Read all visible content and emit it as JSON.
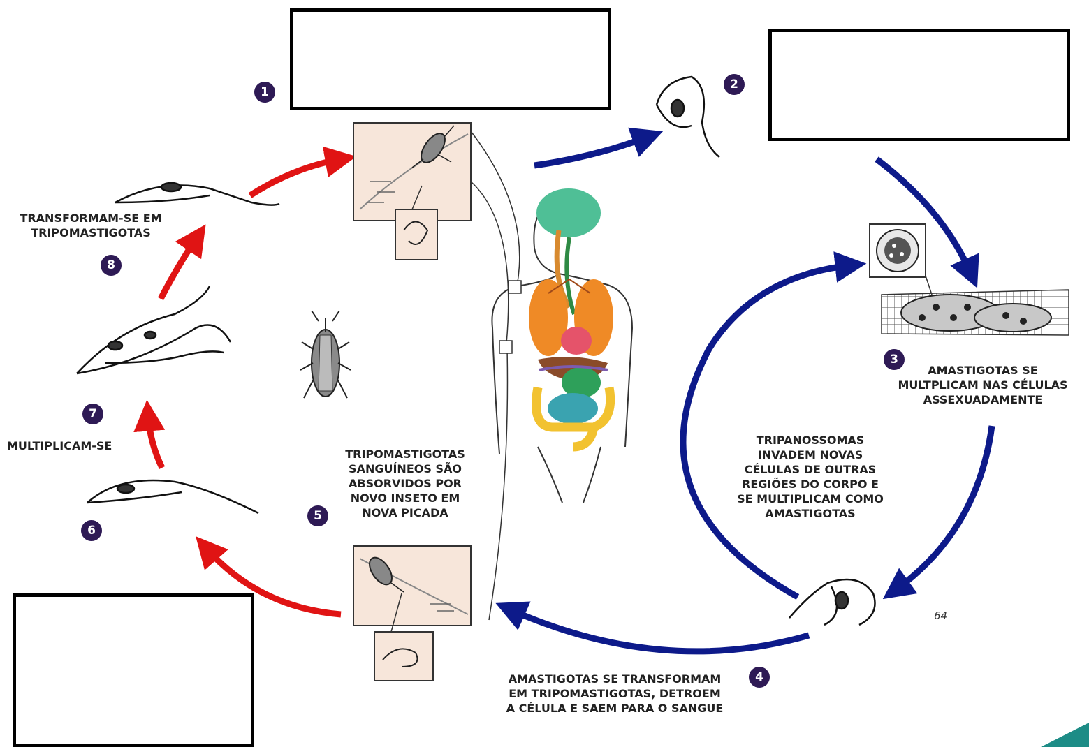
{
  "colors": {
    "arrow_blue": "#0d1a8a",
    "arrow_red": "#e01414",
    "step_badge": "#2e1a55",
    "skin_panel": "#f7e6da",
    "teal_corner": "#1d8c86"
  },
  "steps": [
    {
      "number": "1",
      "text": ""
    },
    {
      "number": "2",
      "text": ""
    },
    {
      "number": "3",
      "text": "AMASTIGOTAS SE\nMULTPLICAM NAS CÉLULAS\nASSEXUADAMENTE"
    },
    {
      "number": "4",
      "text": "AMASTIGOTAS SE TRANSFORMAM\nEM TRIPOMASTIGOTAS, DETROEM\nA CÉLULA E SAEM PARA O SANGUE"
    },
    {
      "number": "5",
      "text": "TRIPOMASTIGOTAS\nSANGUÍNEOS SÃO\nABSORVIDOS POR\nNOVO INSETO EM\nNOVA PICADA"
    },
    {
      "number": "6",
      "text": ""
    },
    {
      "number": "7",
      "text": "MULTIPLICAM-SE"
    },
    {
      "number": "8",
      "text": "TRANSFORMAM-SE EM\nTRIPOMASTIGOTAS"
    }
  ],
  "invasion_label": "TRIPANOSSOMAS\nINVADEM NOVAS\nCÉLULAS DE OUTRAS\nREGIÕES DO CORPO E\nSE MULTIPLICAM COMO\nAMASTIGOTAS",
  "page_number": "64",
  "icons": [
    "triatomine-bug-icon",
    "human-body-organs-icon",
    "trypomastigote-icon",
    "amastigote-cell-icon",
    "muscle-tissue-icon"
  ]
}
